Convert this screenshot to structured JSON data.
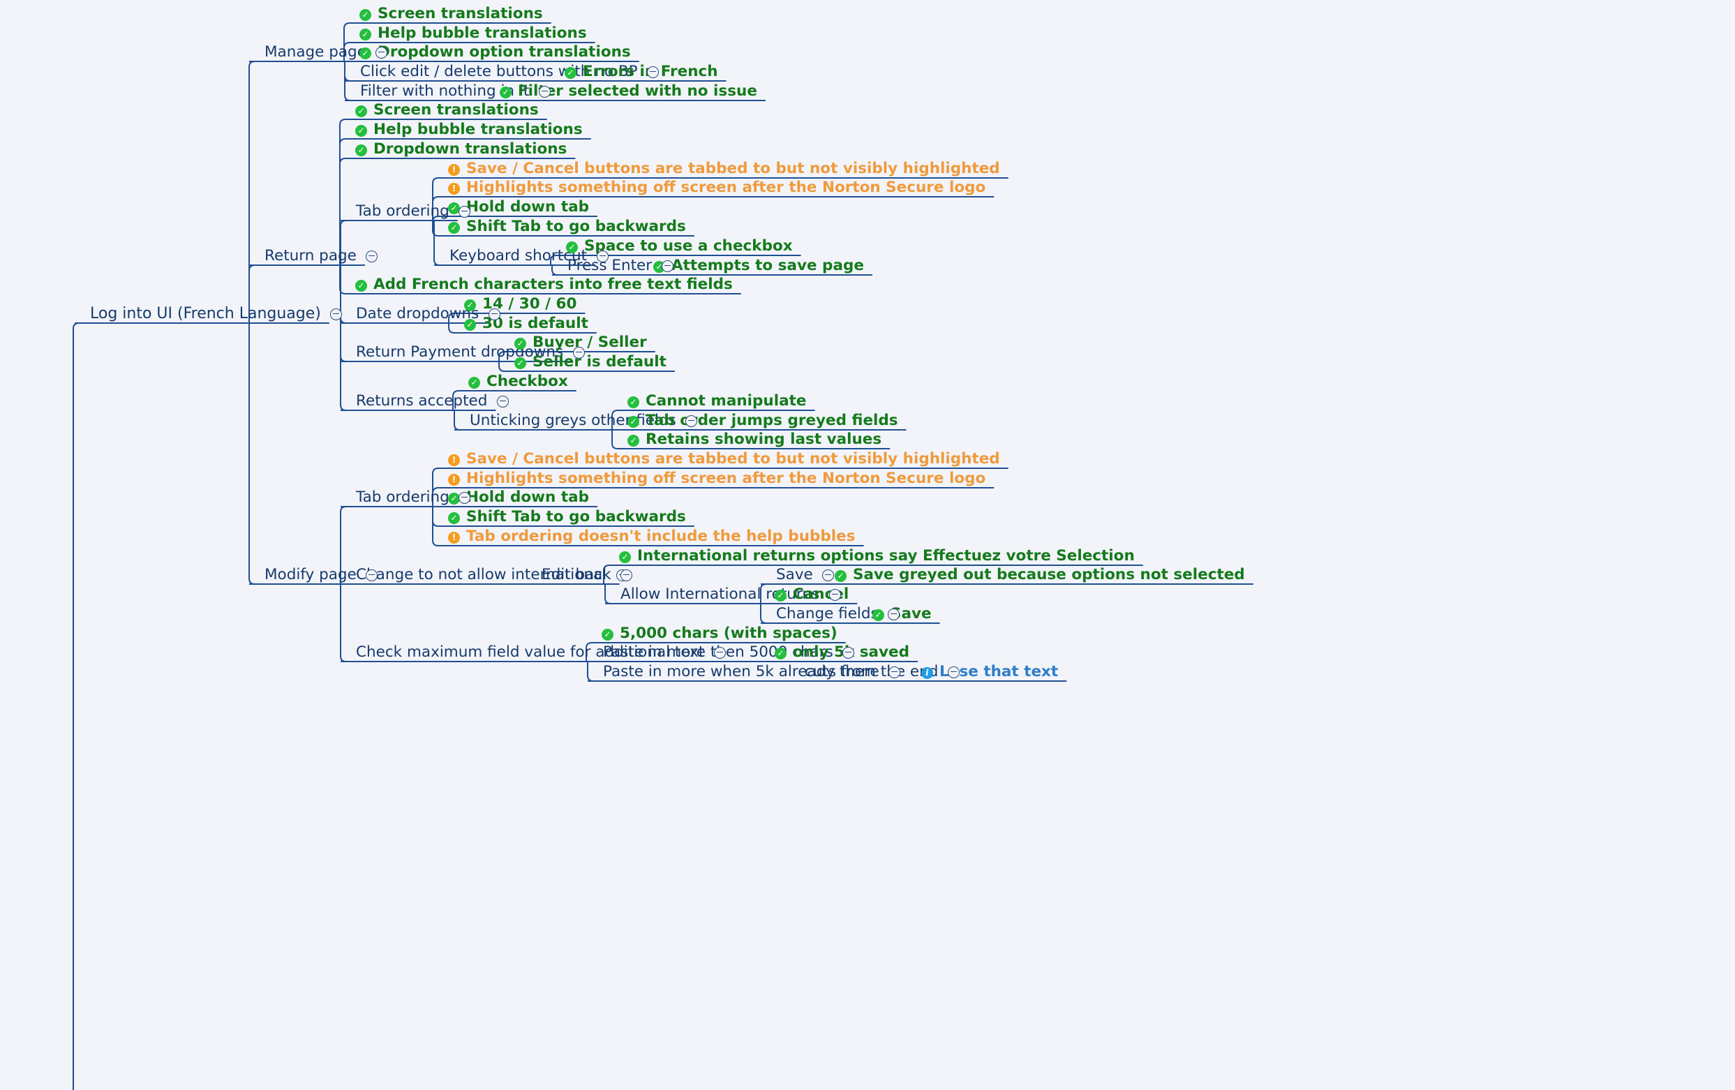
{
  "colors": {
    "line": "#1f4f93",
    "branch_text": "#173a6b",
    "ok": "#23bf3d",
    "ok_text": "#157a1c",
    "warn": "#f59c1c",
    "warn_text": "#f09a3c",
    "info": "#239be8",
    "info_text": "#2f7ec9",
    "background": "#f2f4f9"
  },
  "icons": {
    "ok": "check-circle-icon",
    "warn": "exclamation-circle-icon",
    "info": "info-circle-icon",
    "collapse": "collapse-minus-icon"
  },
  "tree": {
    "root": "Log into UI (French Language)",
    "manage_page": {
      "label": "Manage page",
      "screen_translations": "Screen translations",
      "help_bubble_translations": "Help bubble translations",
      "dropdown_option_translations": "Dropdown option translations",
      "click_edit_delete": "Click edit / delete buttons with no BP",
      "errors_in_french": "Errors in French",
      "filter_nothing": "Filter with nothing in it",
      "filter_no_issue": "Filter selected with no issue"
    },
    "return_page": {
      "label": "Return page",
      "screen_translations": "Screen translations",
      "help_bubble_translations": "Help bubble translations",
      "dropdown_translations": "Dropdown translations",
      "tab_ordering": {
        "label": "Tab ordering",
        "save_cancel_tabbed": "Save / Cancel buttons are tabbed to but not visibly highlighted",
        "highlights_off_screen": "Highlights something off screen after the Norton Secure logo",
        "hold_down_tab": "Hold down tab",
        "shift_tab": "Shift Tab to go backwards",
        "keyboard_shortcut": "Keyboard shortcut",
        "space_checkbox": "Space to use a checkbox",
        "press_enter": "Press Enter",
        "attempts_save": "Attempts to save page"
      },
      "add_french_chars": "Add French characters into free text fields",
      "date_dropdowns": "Date dropdowns",
      "date_values": "14 / 30 / 60",
      "date_default": "30 is default",
      "return_payment": "Return Payment dropdowns",
      "buyer_seller": "Buyer / Seller",
      "seller_default": "Seller is default",
      "returns_accepted": "Returns accepted",
      "checkbox": "Checkbox",
      "unticking": "Unticking greys other fields",
      "cannot_manipulate": "Cannot manipulate",
      "tab_jumps": "Tab order jumps greyed fields",
      "retains_values": "Retains showing last values"
    },
    "modify_page": {
      "label": "Modify page",
      "tab_ordering": {
        "label": "Tab ordering",
        "save_cancel_tabbed": "Save / Cancel buttons are tabbed to but not visibly highlighted",
        "highlights_off_screen": "Highlights something off screen after the Norton Secure logo",
        "hold_down_tab": "Hold down tab",
        "shift_tab": "Shift Tab to go backwards",
        "no_help_bubbles": "Tab ordering doesn't include the help bubbles"
      },
      "change_intl": "Change to not allow international",
      "edit_back": "Edit back",
      "intl_options": "International returns options say Effectuez votre Selection",
      "allow_intl": "Allow International returns",
      "save": "Save",
      "save_greyed": "Save greyed out because options not selected",
      "cancel": "Cancel",
      "change_fields": "Change fields",
      "save_ok": "Save",
      "check_max": "Check maximum field value for additional text",
      "five_k_chars": "5,000 chars (with spaces)",
      "paste_5000": "Paste in more then 5000 chars",
      "only_5k": "only 5k saved",
      "paste_5k_there": "Paste in more when 5k already there",
      "cuts_end": "cuts from the end",
      "lose_text": "Lose that text"
    }
  }
}
